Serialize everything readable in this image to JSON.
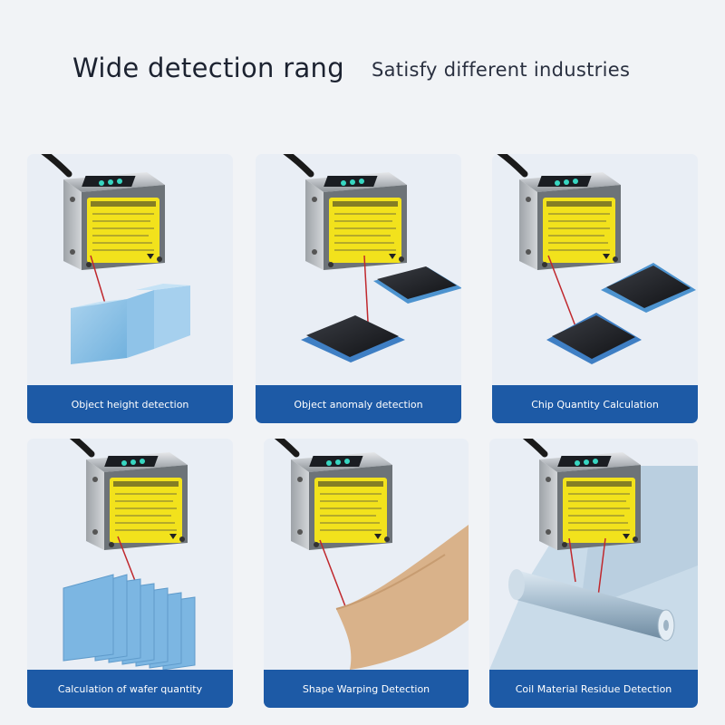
{
  "header": {
    "title": "Wide detection range",
    "subtitle": "Satisfy different industries"
  },
  "cards": [
    {
      "label": "Object height detection"
    },
    {
      "label": "Object anomaly detection"
    },
    {
      "label": "Chip Quantity Calculation"
    },
    {
      "label": "Calculation of wafer quantity"
    },
    {
      "label": "Shape Warping Detection"
    },
    {
      "label": "Coil Material Residue Detection"
    }
  ],
  "colors": {
    "accent": "#1d5aa6",
    "card_bg": "#e9eef5",
    "label_yellow": "#f2e21c",
    "laser": "#c0282d"
  },
  "icons": [
    "laser-sensor-icon",
    "cable-icon",
    "laser-beam-icon"
  ]
}
